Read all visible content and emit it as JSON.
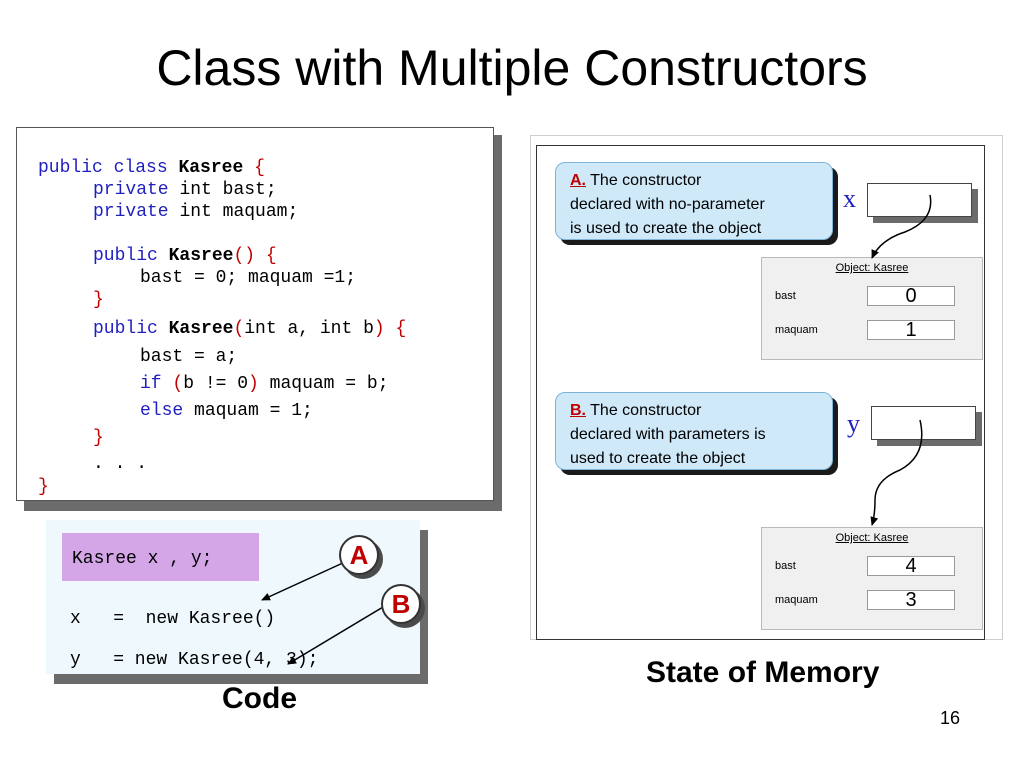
{
  "slide": {
    "title": "Class with Multiple Constructors",
    "page_number": "16"
  },
  "class_code": {
    "l1_kw": "public class",
    "l1_name": "Kasree",
    "l1_brace": "{",
    "l2_kw": "private",
    "l2_rest": "int bast;",
    "l3_kw": "private",
    "l3_rest": "int maquam;",
    "l4_kw": "public",
    "l4_name": "Kasree",
    "l4_parens": "()",
    "l4_brace": "{",
    "l5": "bast = 0; maquam =1;",
    "l6_brace": "}",
    "l7_kw": "public",
    "l7_name": "Kasree",
    "l7_open": "(",
    "l7_params": "int a, int b",
    "l7_close": ")",
    "l7_brace": "{",
    "l8": "bast = a;",
    "l9_kw": "if",
    "l9_open": "(",
    "l9_cond": "b != 0",
    "l9_close": ")",
    "l9_rest": "maquam = b;",
    "l10_kw": "else",
    "l10_rest": "maquam = 1;",
    "l11_brace": "}",
    "l12": ". . .",
    "l13_brace": "}"
  },
  "client_code": {
    "decl": "Kasree x , y;",
    "line_x": "x   =  new Kasree()",
    "line_y": "y   = new Kasree(4, 3);",
    "caption": "Code"
  },
  "badges": {
    "a": "A",
    "b": "B"
  },
  "memory": {
    "caption": "State of Memory",
    "callout_a": {
      "letter": "A.",
      "line1": "The constructor",
      "line2": "declared with no-parameter",
      "line3": "is used to create the object"
    },
    "callout_b": {
      "letter": "B.",
      "line1": "The constructor",
      "line2": "declared with parameters is",
      "line3": "used to create the object"
    },
    "var_x": "x",
    "var_y": "y",
    "object_1": {
      "title": "Object: Kasree",
      "field1_name": "bast",
      "field1_value": "0",
      "field2_name": "maquam",
      "field2_value": "1"
    },
    "object_2": {
      "title": "Object: Kasree",
      "field1_name": "bast",
      "field1_value": "4",
      "field2_name": "maquam",
      "field2_value": "3"
    }
  }
}
